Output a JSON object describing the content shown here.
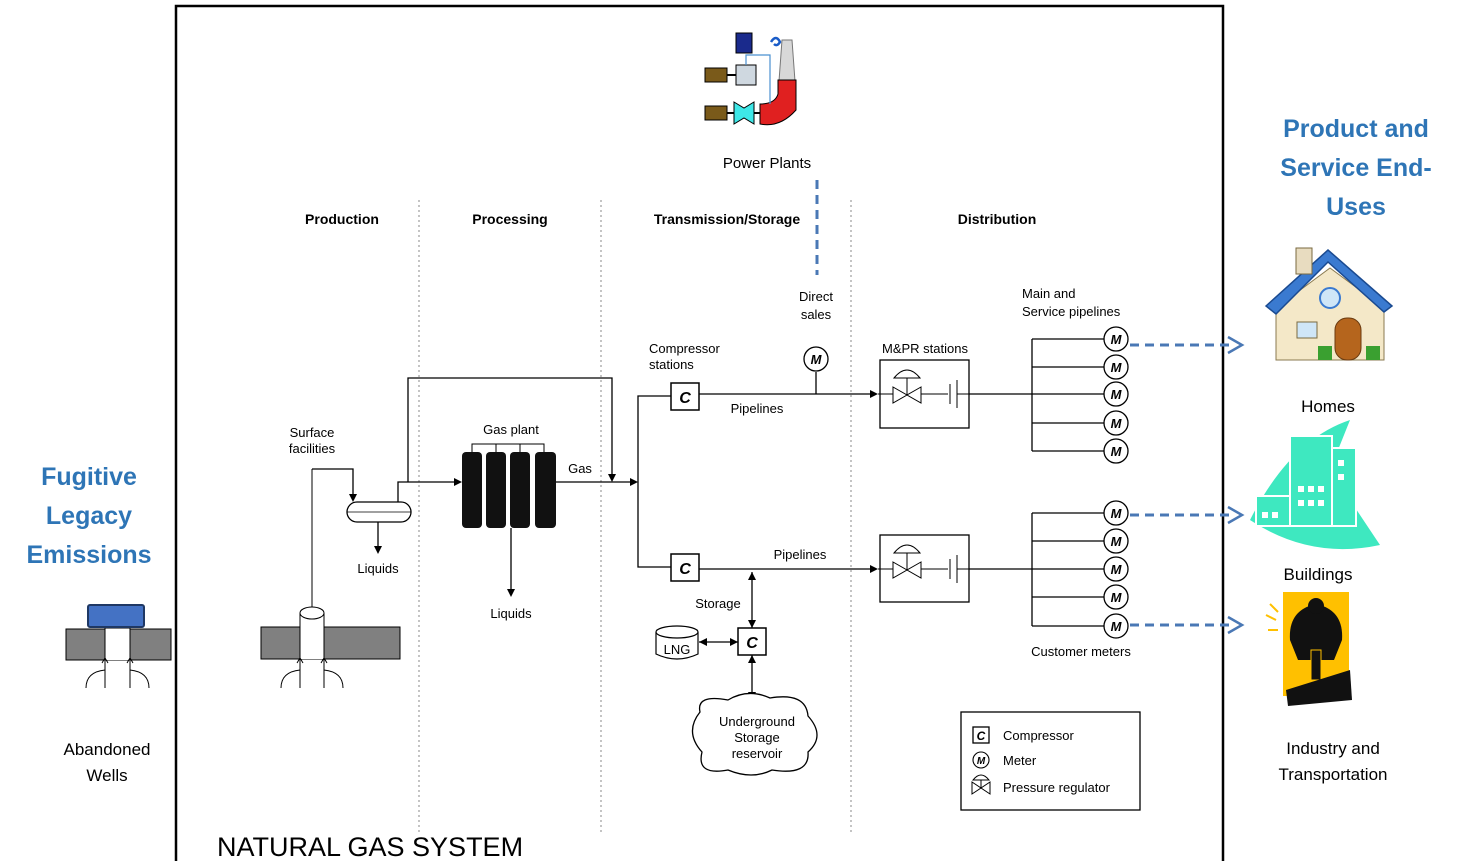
{
  "colors": {
    "accent_blue": "#2e75b6",
    "arrow_blue": "#4a78b5",
    "teal": "#3ee8c0",
    "industry_yellow": "#ffc000",
    "ground_gray": "#808080"
  },
  "system_title": "NATURAL GAS SYSTEM",
  "left_panel": {
    "heading": [
      "Fugitive",
      "Legacy",
      "Emissions"
    ],
    "caption": [
      "Abandoned",
      "Wells"
    ]
  },
  "right_panel": {
    "heading": [
      "Product and",
      "Service End-",
      "Uses"
    ],
    "end_uses": [
      {
        "label": [
          "Homes"
        ],
        "icon": "house-icon"
      },
      {
        "label": [
          "Buildings"
        ],
        "icon": "buildings-icon"
      },
      {
        "label": [
          "Industry and",
          "Transportation"
        ],
        "icon": "industry-icon"
      }
    ]
  },
  "power_plants": {
    "label": "Power Plants",
    "icon": "power-plant-icon"
  },
  "stages": [
    "Production",
    "Processing",
    "Transmission/Storage",
    "Distribution"
  ],
  "labels": {
    "surface_facilities": [
      "Surface",
      "facilities"
    ],
    "liquids": "Liquids",
    "gas_plant": "Gas plant",
    "gas": "Gas",
    "compressor_stations": [
      "Compressor",
      "stations"
    ],
    "direct_sales": [
      "Direct",
      "sales"
    ],
    "pipelines": "Pipelines",
    "mpr_stations": "M&PR stations",
    "main_service_pipelines": [
      "Main and",
      "Service pipelines"
    ],
    "storage": "Storage",
    "lng": "LNG",
    "underground": [
      "Underground",
      "Storage",
      "reservoir"
    ],
    "customer_meters": "Customer meters"
  },
  "symbols": {
    "compressor": "C",
    "meter": "M"
  },
  "legend": [
    {
      "symbol": "C",
      "label": "Compressor"
    },
    {
      "symbol": "M",
      "label": "Meter"
    },
    {
      "symbol": "regulator",
      "label": "Pressure regulator"
    }
  ]
}
